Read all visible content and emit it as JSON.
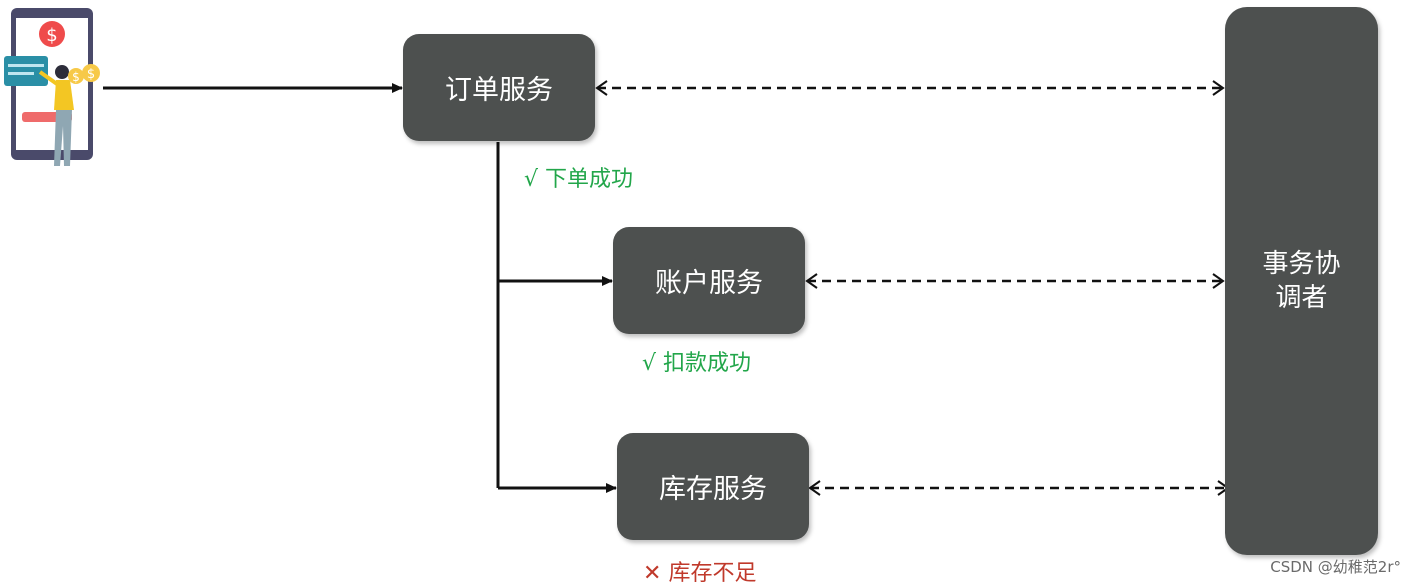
{
  "nodes": {
    "order": "订单服务",
    "account": "账户服务",
    "inventory": "库存服务",
    "coordinator_line1": "事务协",
    "coordinator_line2": "调者"
  },
  "statuses": {
    "order_mark": "√",
    "order_text": "下单成功",
    "account_mark": "√",
    "account_text": "扣款成功",
    "inventory_mark": "✕",
    "inventory_text": "库存不足"
  },
  "watermark": "CSDN @幼稚范2r°",
  "icons": {
    "client": "mobile-payment-user-icon"
  },
  "colors": {
    "box": "#4d504f",
    "success": "#22a64a",
    "failure": "#c0392b",
    "line": "#111111"
  }
}
